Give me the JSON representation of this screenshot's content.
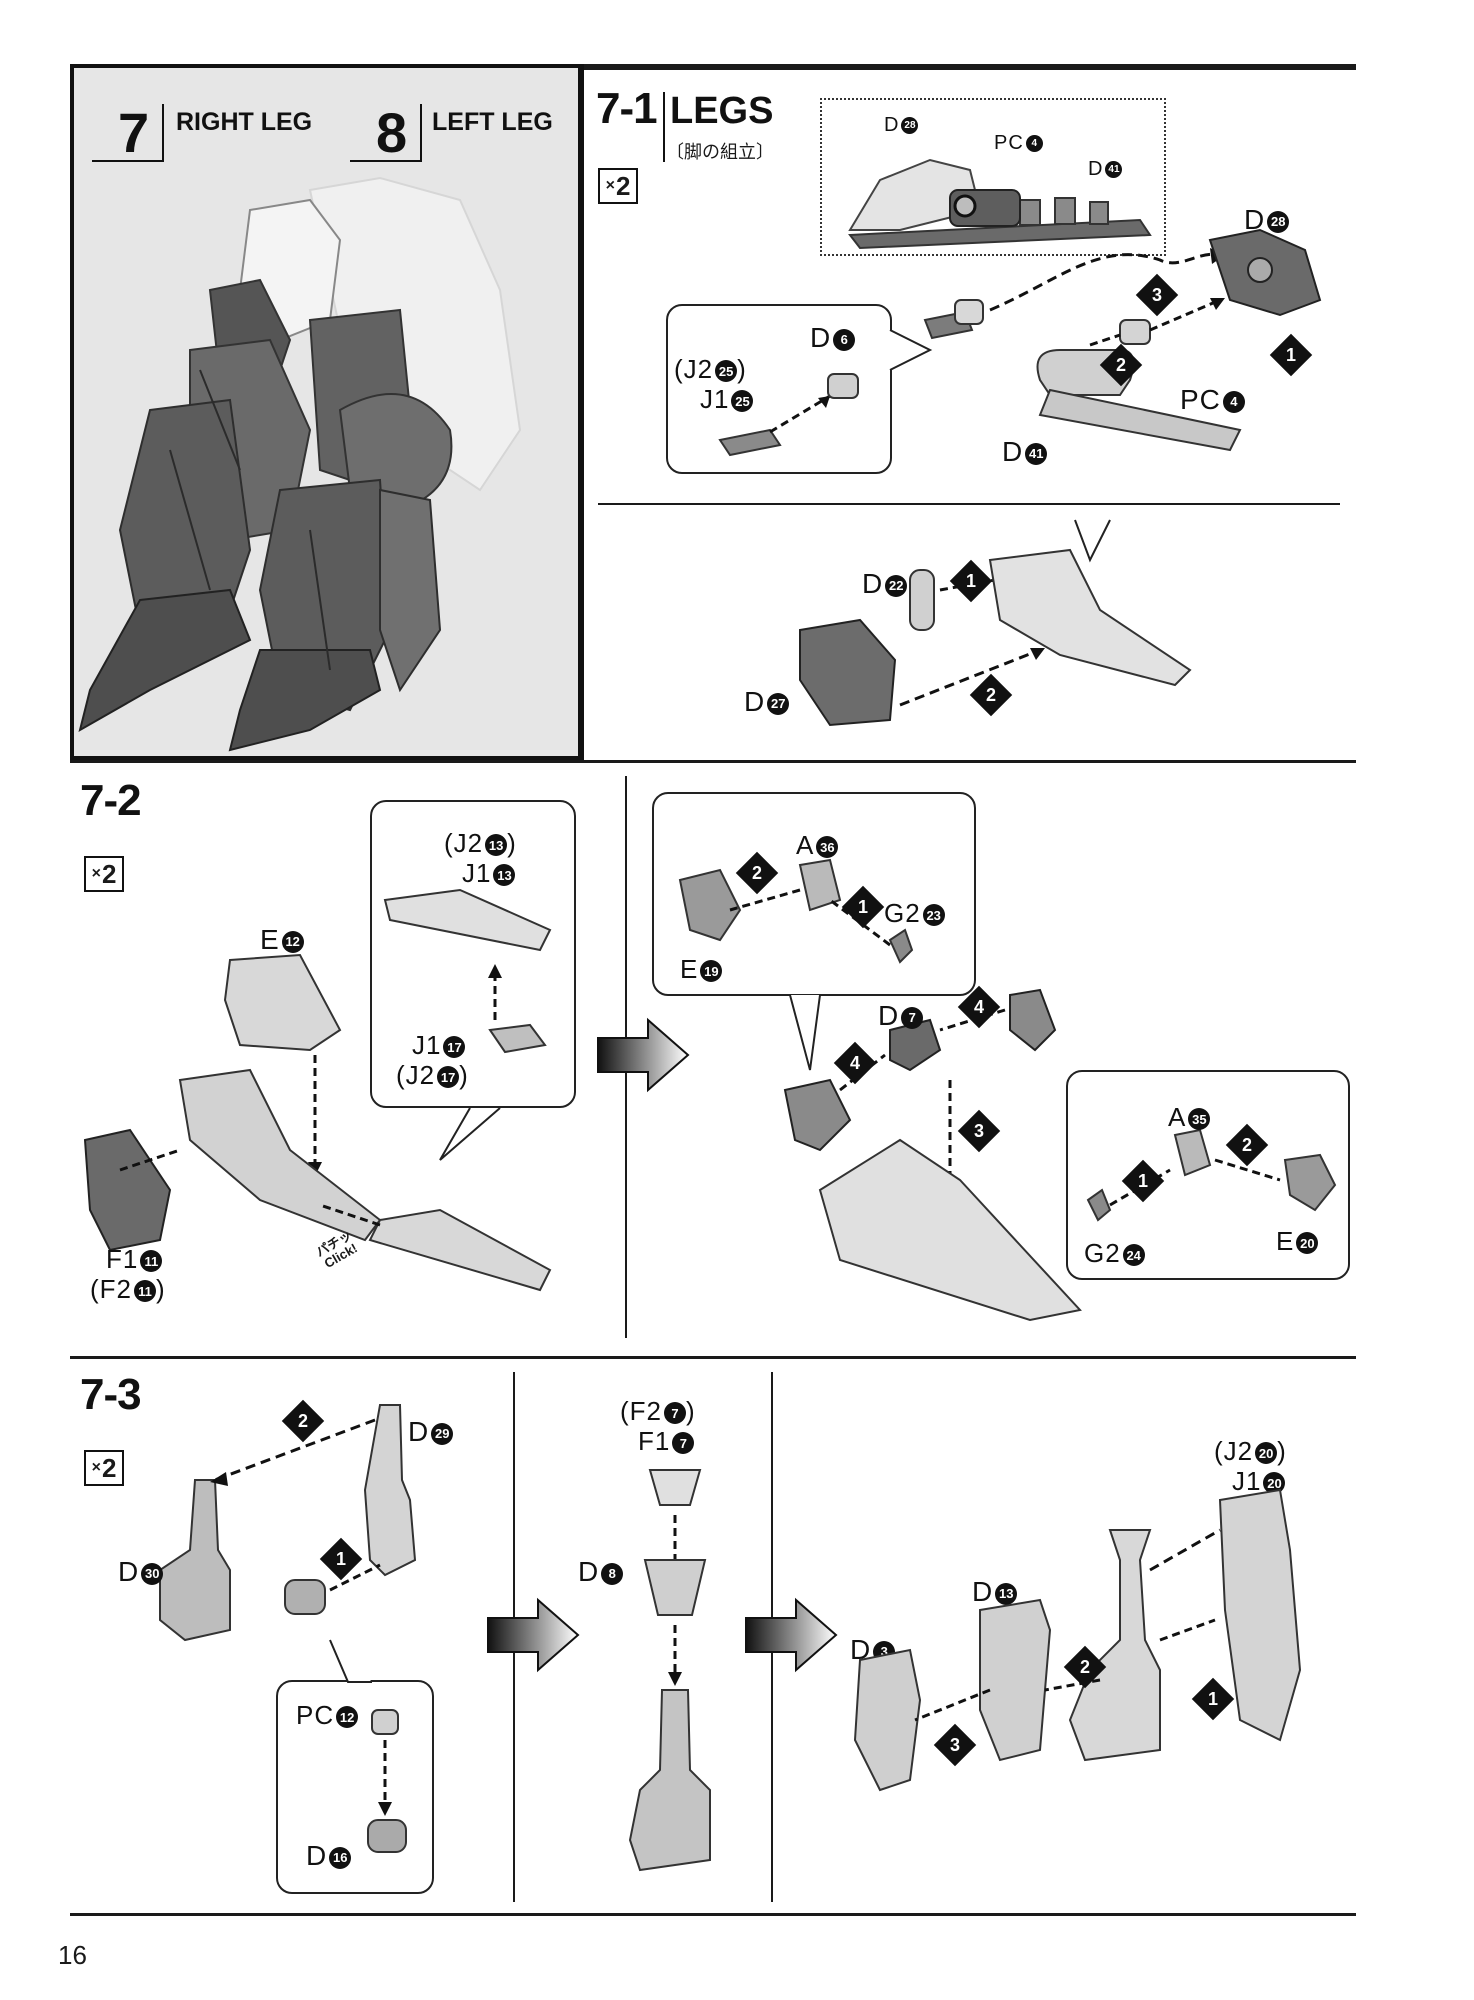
{
  "header": {
    "step7_number": "7",
    "step7_label": "RIGHT LEG",
    "step8_number": "8",
    "step8_label": "LEFT LEG"
  },
  "step_7_1": {
    "number": "7-1",
    "title": "LEGS",
    "subtitle": "〔脚の組立〕",
    "qty_x": "×",
    "qty_n": "2",
    "detail_labels": {
      "d28": "D",
      "d28_num": "28",
      "pc4": "PC",
      "pc4_num": "4",
      "d41": "D",
      "d41_num": "41"
    },
    "callout_parts": {
      "j2_25": "(J2",
      "j2_25_num": "25",
      "j2_close": ")",
      "j1_25": "J1",
      "j1_25_num": "25",
      "d6": "D",
      "d6_num": "6"
    },
    "main_parts": {
      "d28": "D",
      "d28_num": "28",
      "pc4": "PC",
      "pc4_num": "4",
      "d41": "D",
      "d41_num": "41"
    },
    "lower_parts": {
      "d22": "D",
      "d22_num": "22",
      "d27": "D",
      "d27_num": "27"
    }
  },
  "step_7_2": {
    "number": "7-2",
    "qty_x": "×",
    "qty_n": "2",
    "labels": {
      "e12": "E",
      "e12_num": "12",
      "j2_13": "(J2",
      "j2_13_num": "13",
      "j1_13": "J1",
      "j1_13_num": "13",
      "j1_17": "J1",
      "j1_17_num": "17",
      "j2_17": "(J2",
      "j2_17_num": "17",
      "f1_11": "F1",
      "f1_11_num": "11",
      "f2_11": "(F2",
      "f2_11_num": "11",
      "click_jp": "パチッ",
      "click_en": "Click!",
      "a36": "A",
      "a36_num": "36",
      "g2_23": "G2",
      "g2_23_num": "23",
      "e19": "E",
      "e19_num": "19",
      "d7": "D",
      "d7_num": "7",
      "a35": "A",
      "a35_num": "35",
      "g2_24": "G2",
      "g2_24_num": "24",
      "e20": "E",
      "e20_num": "20"
    }
  },
  "step_7_3": {
    "number": "7-3",
    "qty_x": "×",
    "qty_n": "2",
    "labels": {
      "d29": "D",
      "d29_num": "29",
      "d30": "D",
      "d30_num": "30",
      "pc12": "PC",
      "pc12_num": "12",
      "d16": "D",
      "d16_num": "16",
      "f2_7": "(F2",
      "f2_7_num": "7",
      "f1_7": "F1",
      "f1_7_num": "7",
      "d8": "D",
      "d8_num": "8",
      "j2_20": "(J2",
      "j2_20_num": "20",
      "j1_20": "J1",
      "j1_20_num": "20",
      "d13": "D",
      "d13_num": "13",
      "d3": "D",
      "d3_num": "3"
    }
  },
  "step_numbers": [
    "1",
    "2",
    "3",
    "4"
  ],
  "footer": {
    "page_number": "16"
  },
  "colors": {
    "panel_bg": "#e6e6e6",
    "part_dark": "#5a5a5a",
    "part_mid": "#9a9a9a",
    "part_light": "#d4d4d4",
    "ink": "#111111"
  }
}
